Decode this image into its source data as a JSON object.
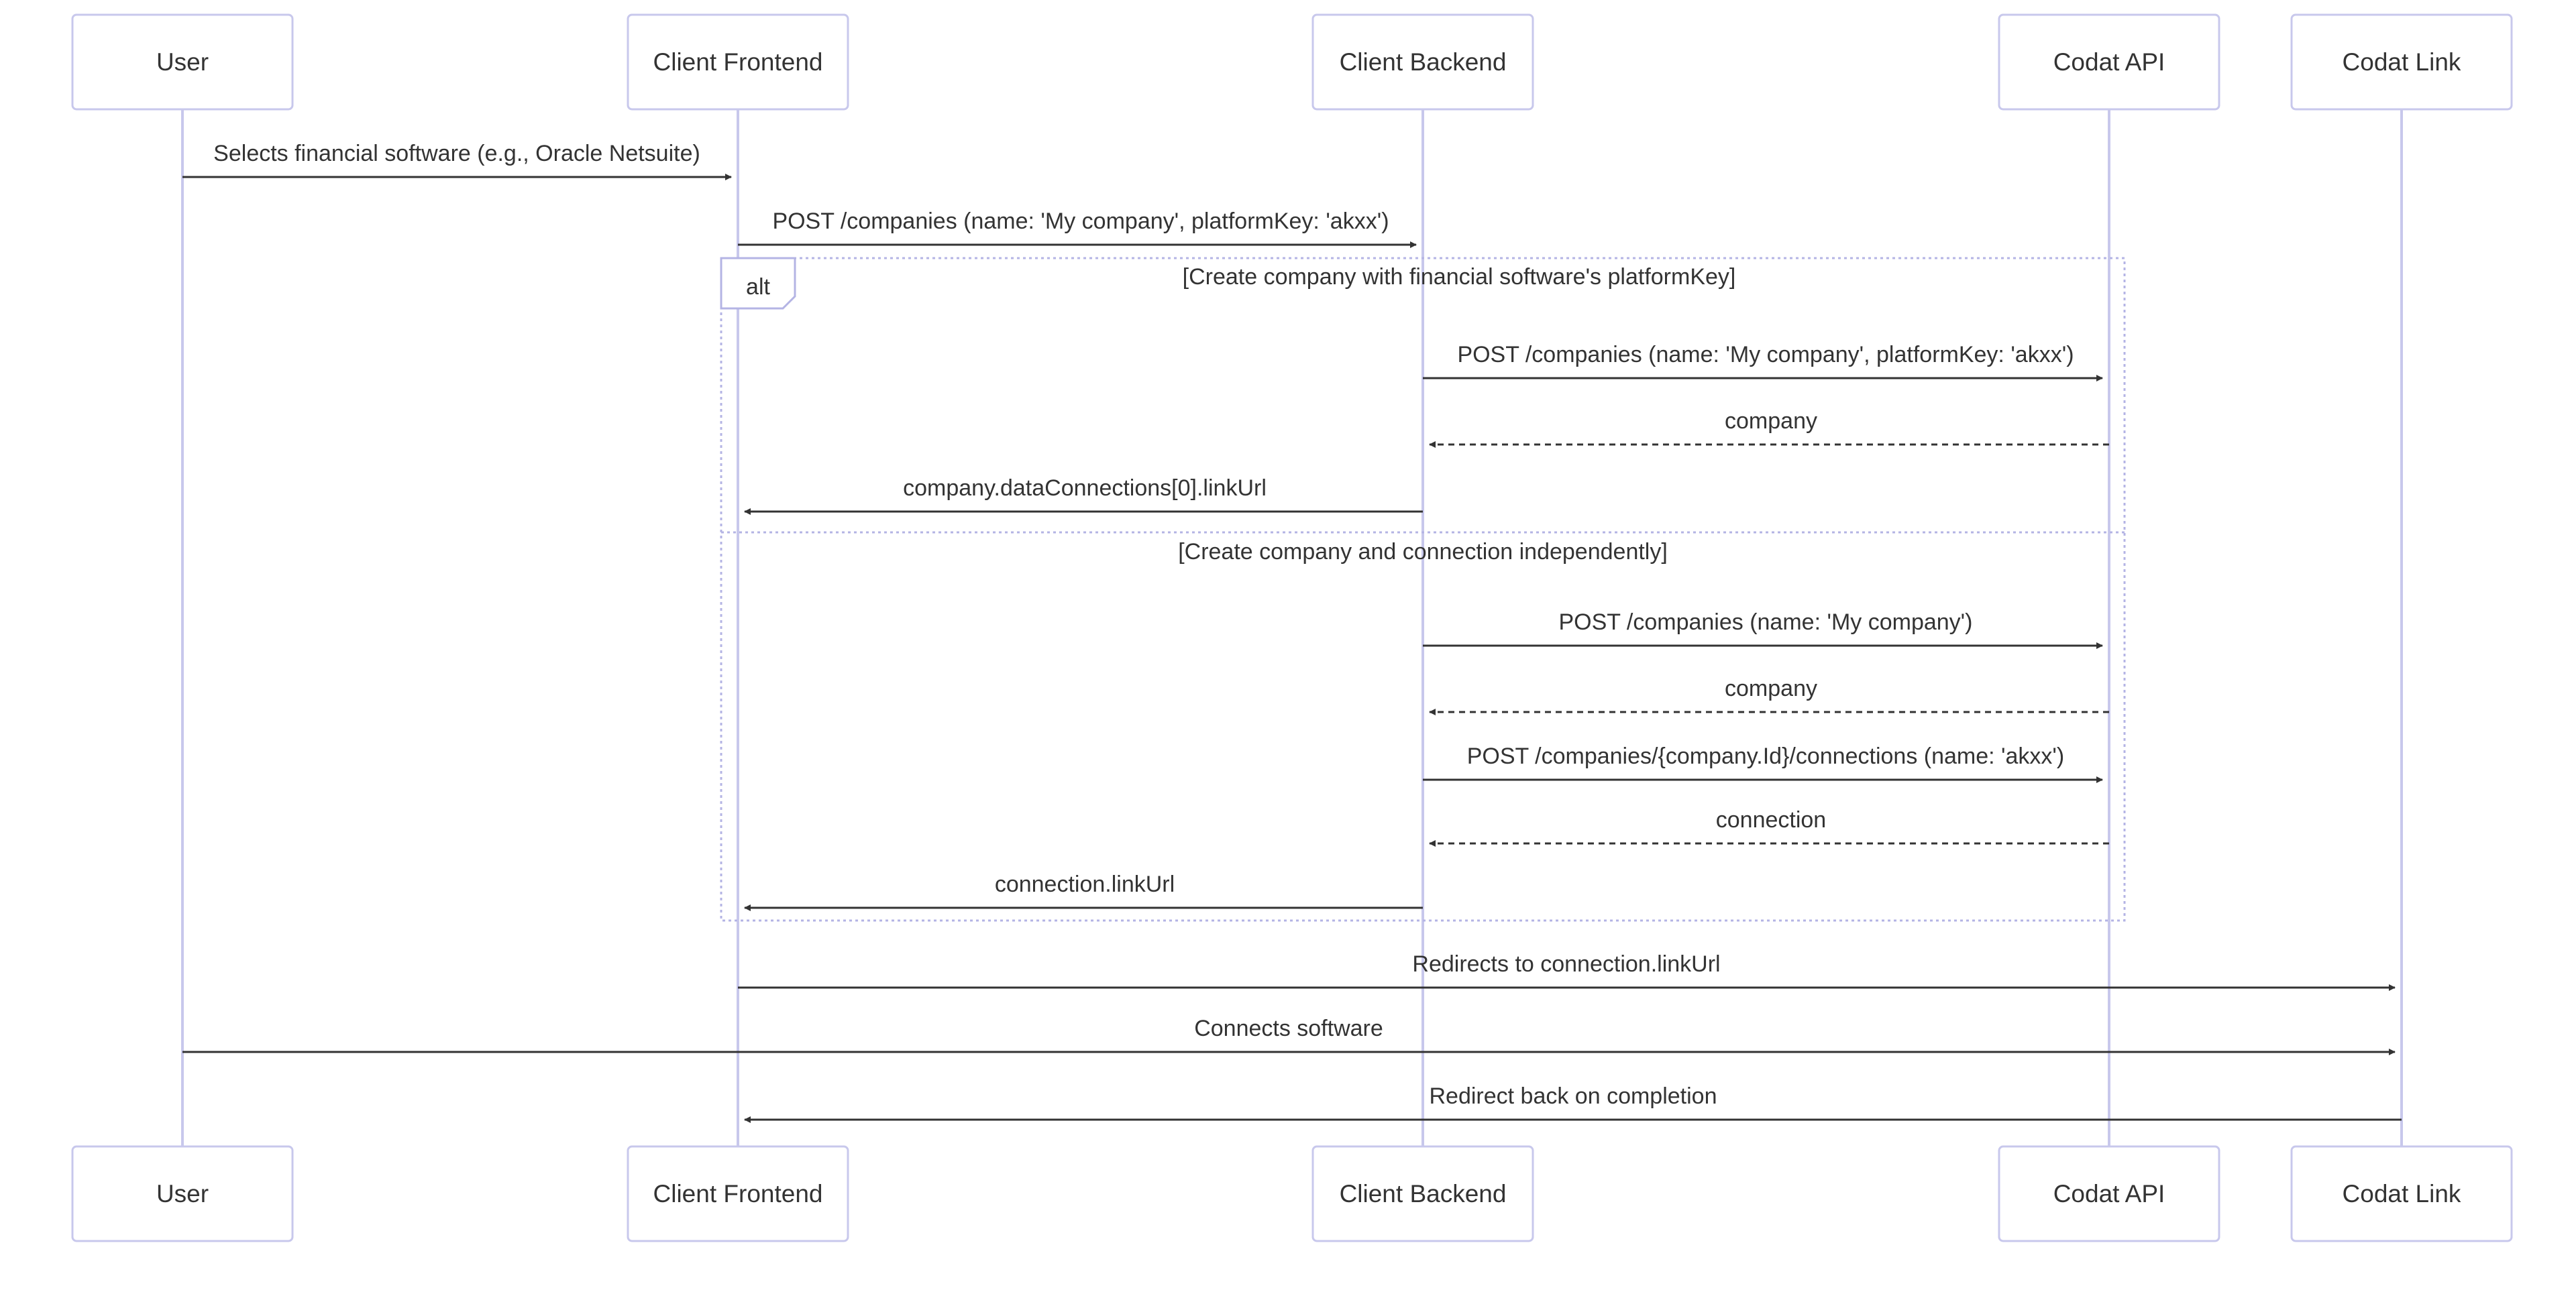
{
  "participants": [
    {
      "id": "user",
      "label": "User"
    },
    {
      "id": "client_frontend",
      "label": "Client Frontend"
    },
    {
      "id": "client_backend",
      "label": "Client Backend"
    },
    {
      "id": "codat_api",
      "label": "Codat API"
    },
    {
      "id": "codat_link",
      "label": "Codat Link"
    }
  ],
  "messages": [
    {
      "from": "user",
      "to": "client_frontend",
      "label": "Selects financial software (e.g., Oracle Netsuite)",
      "style": "solid"
    },
    {
      "from": "client_frontend",
      "to": "client_backend",
      "label": "POST /companies (name: 'My company', platformKey: 'akxx')",
      "style": "solid"
    },
    {
      "from": "client_backend",
      "to": "codat_api",
      "label": "POST /companies (name: 'My company', platformKey: 'akxx')",
      "style": "solid"
    },
    {
      "from": "codat_api",
      "to": "client_backend",
      "label": "company",
      "style": "dashed"
    },
    {
      "from": "client_backend",
      "to": "client_frontend",
      "label": "company.dataConnections[0].linkUrl",
      "style": "solid"
    },
    {
      "from": "client_backend",
      "to": "codat_api",
      "label": "POST /companies (name: 'My company')",
      "style": "solid"
    },
    {
      "from": "codat_api",
      "to": "client_backend",
      "label": "company",
      "style": "dashed"
    },
    {
      "from": "client_backend",
      "to": "codat_api",
      "label": "POST /companies/{company.Id}/connections (name: 'akxx')",
      "style": "solid"
    },
    {
      "from": "codat_api",
      "to": "client_backend",
      "label": "connection",
      "style": "dashed"
    },
    {
      "from": "client_backend",
      "to": "client_frontend",
      "label": "connection.linkUrl",
      "style": "solid"
    },
    {
      "from": "client_frontend",
      "to": "codat_link",
      "label": "Redirects to connection.linkUrl",
      "style": "solid"
    },
    {
      "from": "user",
      "to": "codat_link",
      "label": "Connects software",
      "style": "solid"
    },
    {
      "from": "codat_link",
      "to": "client_frontend",
      "label": "Redirect back on completion",
      "style": "solid"
    }
  ],
  "alt_block": {
    "keyword": "alt",
    "sections": [
      {
        "condition": "[Create company with financial software's platformKey]"
      },
      {
        "condition": "[Create company and connection independently]"
      }
    ]
  }
}
